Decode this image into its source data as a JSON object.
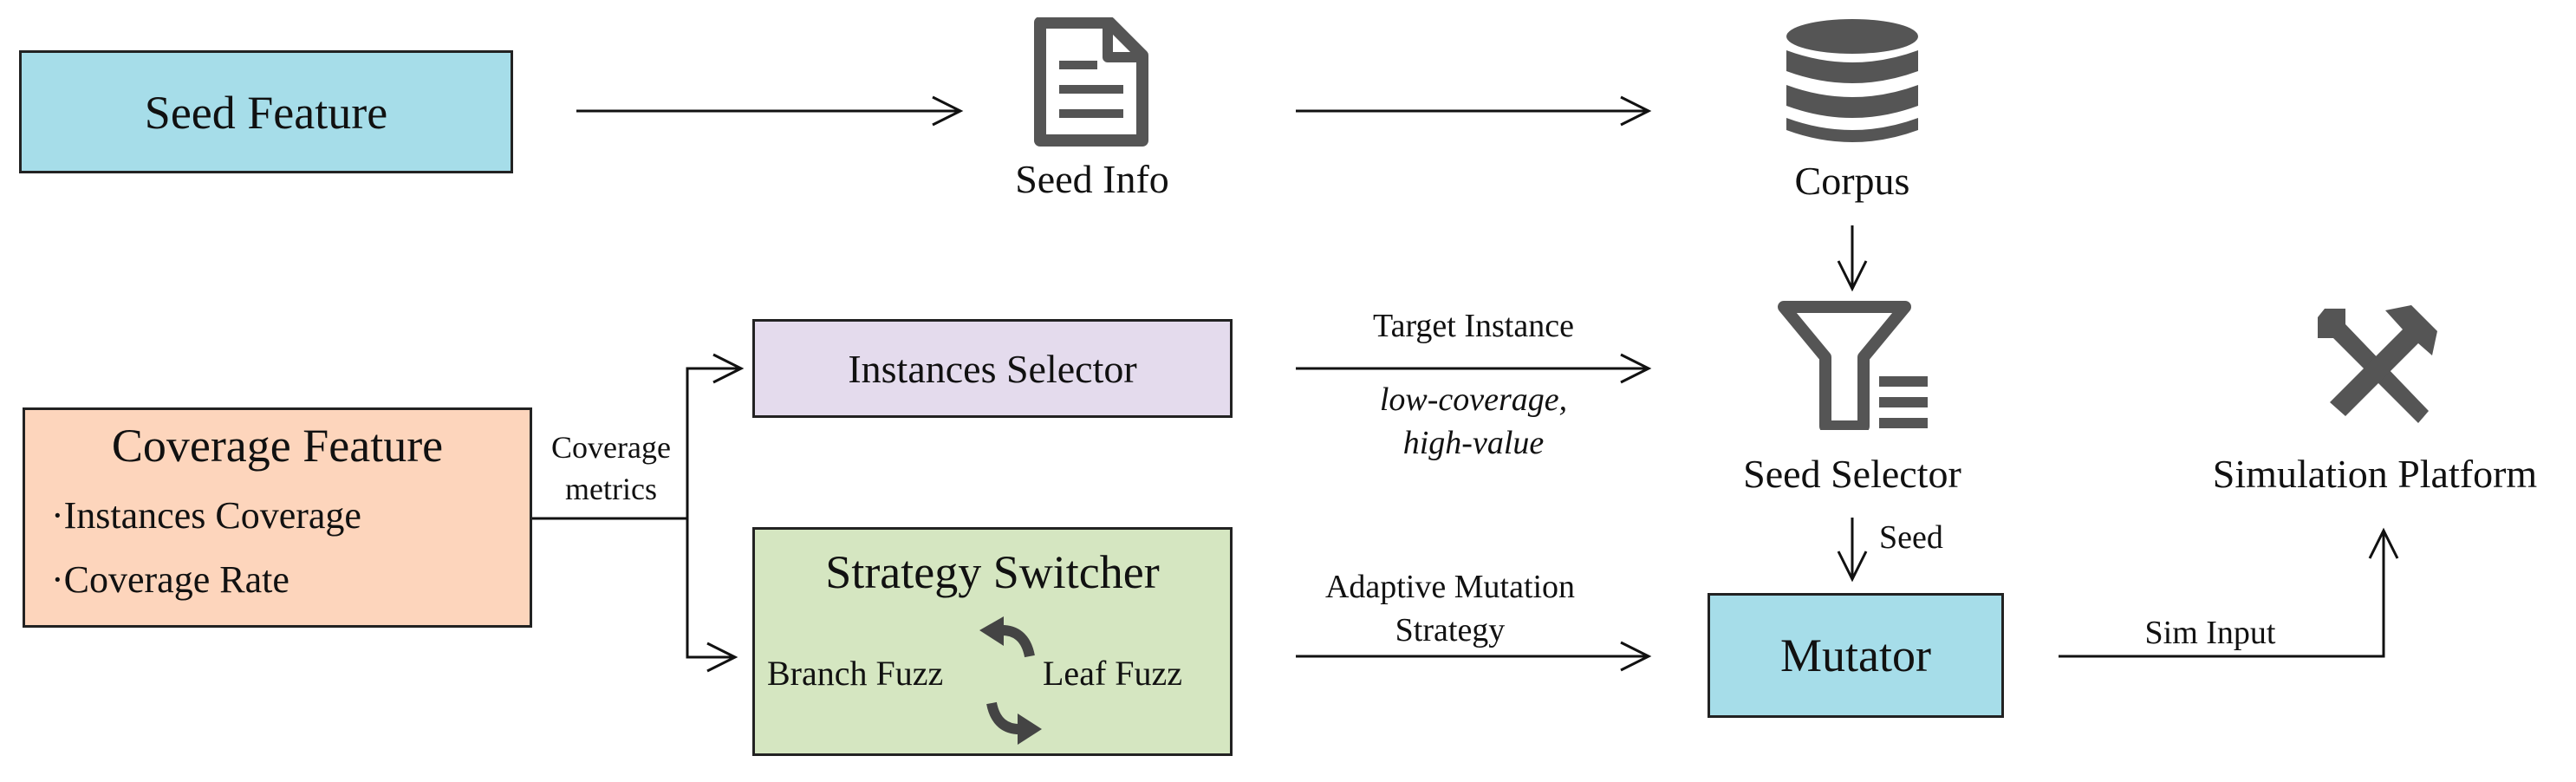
{
  "boxes": {
    "seed_feature": "Seed Feature",
    "coverage_feature": {
      "title": "Coverage Feature",
      "items": [
        "·Instances Coverage",
        "·Coverage Rate"
      ]
    },
    "instances_selector": "Instances Selector",
    "strategy_switcher": {
      "title": "Strategy Switcher",
      "left": "Branch Fuzz",
      "right": "Leaf Fuzz"
    },
    "mutator": "Mutator"
  },
  "nodes": {
    "seed_info": "Seed Info",
    "corpus": "Corpus",
    "seed_selector": "Seed Selector",
    "simulation_platform": "Simulation Platform"
  },
  "edges": {
    "coverage_metrics_line1": "Coverage",
    "coverage_metrics_line2": "metrics",
    "target_instance": "Target Instance",
    "target_instance_note_line1": "low-coverage,",
    "target_instance_note_line2": "high-value",
    "adaptive_line1": "Adaptive Mutation",
    "adaptive_line2": "Strategy",
    "seed": "Seed",
    "sim_input": "Sim Input"
  },
  "colors": {
    "cyan": "#a6dde9",
    "orange": "#fdd5bc",
    "lavender": "#e4dbed",
    "green": "#d5e6c1",
    "icon_gray": "#555555"
  },
  "icons": [
    "document-icon",
    "database-icon",
    "filter-icon",
    "tools-icon",
    "cycle-arrow-icon"
  ]
}
